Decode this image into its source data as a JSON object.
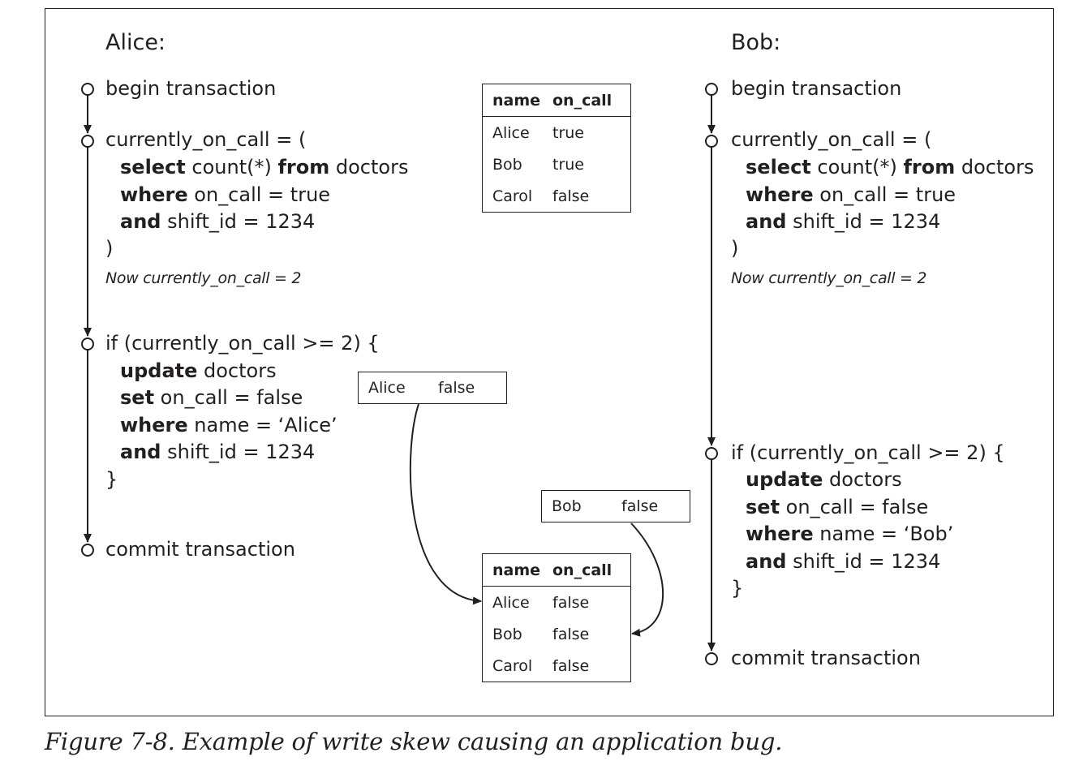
{
  "alice": {
    "header": "Alice:",
    "begin": "begin transaction",
    "query": {
      "open": "currently_on_call = (",
      "l1_kw1": "select",
      "l1_mid": " count(*) ",
      "l1_kw2": "from",
      "l1_rest": " doctors",
      "l2_kw": "where",
      "l2_rest": " on_call = true",
      "l3_kw": "and",
      "l3_rest": " shift_id = 1234",
      "close": ")"
    },
    "note": "Now currently_on_call = 2",
    "update": {
      "open": "if (currently_on_call >= 2) {",
      "l1_kw": "update",
      "l1_rest": " doctors",
      "l2_kw": "set",
      "l2_rest": " on_call = false",
      "l3_kw": "where",
      "l3_rest": " name = ‘Alice’",
      "l4_kw": "and",
      "l4_rest": " shift_id = 1234",
      "close": "}"
    },
    "commit": "commit transaction"
  },
  "bob": {
    "header": "Bob:",
    "begin": "begin transaction",
    "query": {
      "open": "currently_on_call = (",
      "l1_kw1": "select",
      "l1_mid": " count(*) ",
      "l1_kw2": "from",
      "l1_rest": " doctors",
      "l2_kw": "where",
      "l2_rest": " on_call = true",
      "l3_kw": "and",
      "l3_rest": " shift_id = 1234",
      "close": ")"
    },
    "note": "Now currently_on_call = 2",
    "update": {
      "open": "if (currently_on_call >= 2) {",
      "l1_kw": "update",
      "l1_rest": " doctors",
      "l2_kw": "set",
      "l2_rest": " on_call = false",
      "l3_kw": "where",
      "l3_rest": " name = ‘Bob’",
      "l4_kw": "and",
      "l4_rest": " shift_id = 1234",
      "close": "}"
    },
    "commit": "commit transaction"
  },
  "table_before": {
    "columns": [
      "name",
      "on_call"
    ],
    "rows": [
      [
        "Alice",
        "true"
      ],
      [
        "Bob",
        "true"
      ],
      [
        "Carol",
        "false"
      ]
    ]
  },
  "table_after": {
    "columns": [
      "name",
      "on_call"
    ],
    "rows": [
      [
        "Alice",
        "false"
      ],
      [
        "Bob",
        "false"
      ],
      [
        "Carol",
        "false"
      ]
    ]
  },
  "write_alice": {
    "name": "Alice",
    "value": "false"
  },
  "write_bob": {
    "name": "Bob",
    "value": "false"
  },
  "caption": "Figure 7-8. Example of write skew causing an application bug.",
  "colors": {
    "ink": "#231f20",
    "background": "#ffffff"
  }
}
